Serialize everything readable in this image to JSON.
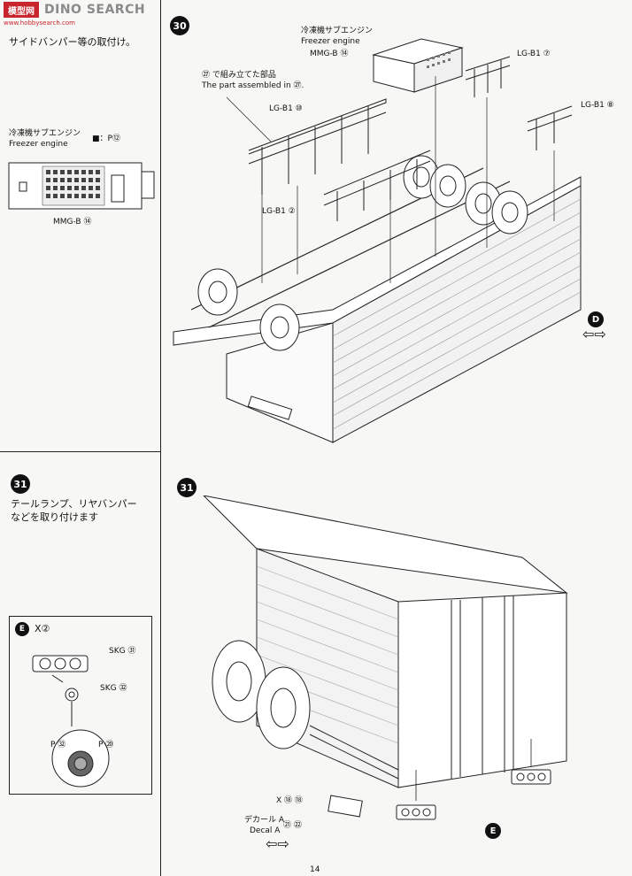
{
  "watermark": {
    "logo": "模型网",
    "text": "DINO SEARCH",
    "sub": "www.hobbysearch.com"
  },
  "left_panel": {
    "top_title": "サイドバンパー等の取付け。",
    "freezer_label_jp": "冷凍機サブエンジン",
    "freezer_label_en": "Freezer engine",
    "paint_ref": "■：P",
    "paint_num": "⑫",
    "part_label": "MMG-B ⑭"
  },
  "step31_left": {
    "badge": "31",
    "text_line1": "テールランプ、リヤバンパー",
    "text_line2": "などを取り付けます"
  },
  "box_e": {
    "badge": "E",
    "x_mark": "X②",
    "skg1": "SKG ㉛",
    "skg2": "SKG ㉜",
    "p1": "P ㉜",
    "p2": "P ⑳"
  },
  "step30": {
    "badge": "30",
    "freezer_jp": "冷凍機サブエンジン",
    "freezer_en": "Freezer engine",
    "mmg": "MMG-B ⑭",
    "assembled_jp": "㉗ で組み立てた部品",
    "assembled_en": "The part assembled in ㉗.",
    "lg7": "LG-B1 ⑦",
    "lg8": "LG-B1 ⑧",
    "lg10": "LG-B1 ⑩",
    "lg2": "LG-B1 ②",
    "d_badge": "D"
  },
  "step31": {
    "badge": "31",
    "x_label": "X ⑱ ⑱",
    "decal_jp": "デカール A",
    "decal_en": "Decal A",
    "decal_nums": "㉑ ㉒",
    "e_badge": "E"
  },
  "page_number": "14"
}
